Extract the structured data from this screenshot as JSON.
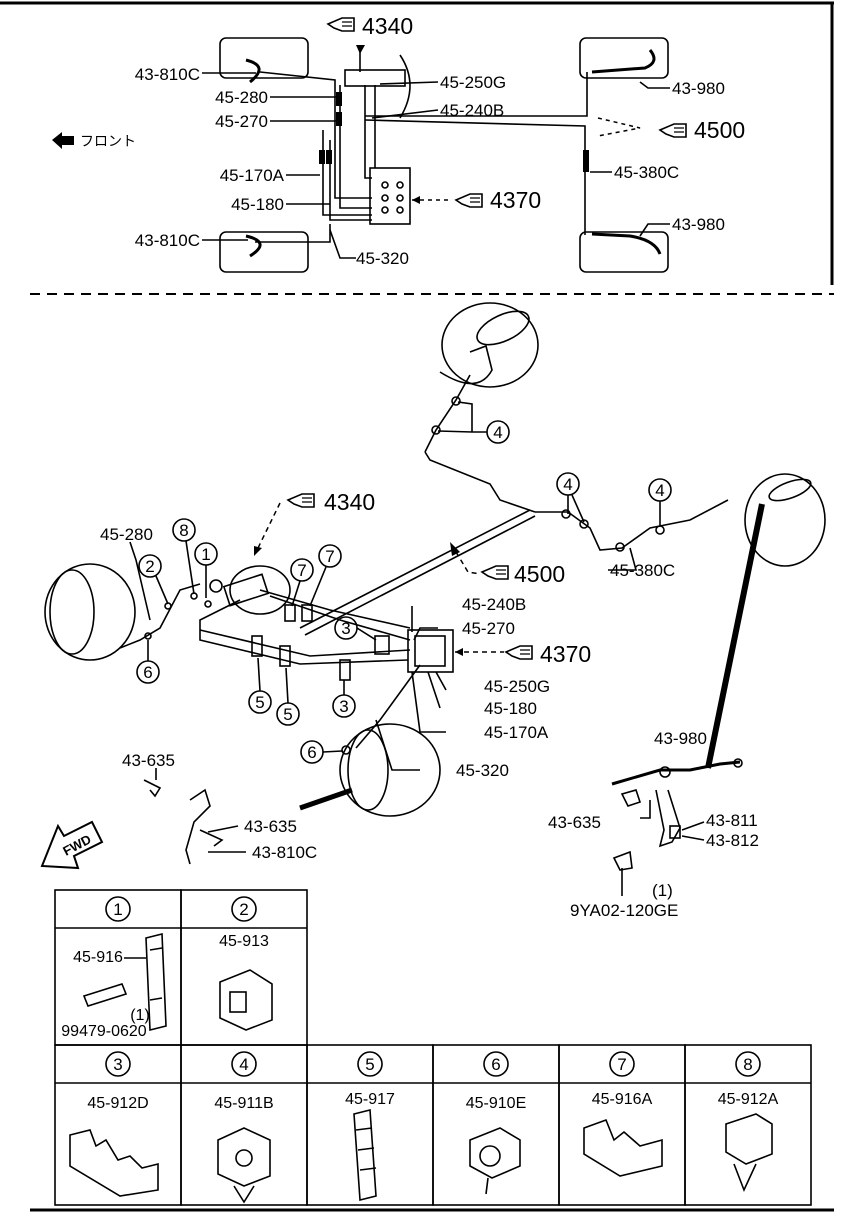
{
  "top_diagram": {
    "front_label": "フロント",
    "ref_4340": "4340",
    "ref_4500": "4500",
    "ref_4370": "4370",
    "labels": {
      "l_43_810c_a": "43-810C",
      "l_45_280": "45-280",
      "l_45_270": "45-270",
      "l_45_170a": "45-170A",
      "l_45_180": "45-180",
      "l_43_810c_b": "43-810C",
      "l_45_320": "45-320",
      "l_45_250g": "45-250G",
      "l_45_240b": "45-240B",
      "l_43_980_a": "43-980",
      "l_45_380c": "45-380C",
      "l_43_980_b": "43-980"
    }
  },
  "main_diagram": {
    "ref_4340": "4340",
    "ref_4500": "4500",
    "ref_4370": "4370",
    "labels": {
      "m_45_280": "45-280",
      "m_45_380c": "45-380C",
      "m_45_240b": "45-240B",
      "m_45_270": "45-270",
      "m_45_250g": "45-250G",
      "m_45_180": "45-180",
      "m_45_170a": "45-170A",
      "m_45_320": "45-320",
      "m_43_635_a": "43-635",
      "m_43_635_b": "43-635",
      "m_43_810c": "43-810C",
      "m_fwd": "FWD"
    },
    "callouts": [
      "1",
      "2",
      "3",
      "3",
      "4",
      "4",
      "4",
      "5",
      "5",
      "6",
      "6",
      "7",
      "7",
      "8"
    ]
  },
  "rear_detail": {
    "l_43_980": "43-980",
    "l_43_635": "43-635",
    "l_43_811": "43-811",
    "l_43_812": "43-812",
    "qty": "(1)",
    "bolt": "9YA02-120GE"
  },
  "parts_table": {
    "row1": [
      {
        "num": "1",
        "part": "45-916",
        "bolt": "99479-0620",
        "qty": "(1)"
      },
      {
        "num": "2",
        "part": "45-913"
      }
    ],
    "row2": [
      {
        "num": "3",
        "part": "45-912D"
      },
      {
        "num": "4",
        "part": "45-911B"
      },
      {
        "num": "5",
        "part": "45-917"
      },
      {
        "num": "6",
        "part": "45-910E"
      },
      {
        "num": "7",
        "part": "45-916A"
      },
      {
        "num": "8",
        "part": "45-912A"
      }
    ]
  }
}
